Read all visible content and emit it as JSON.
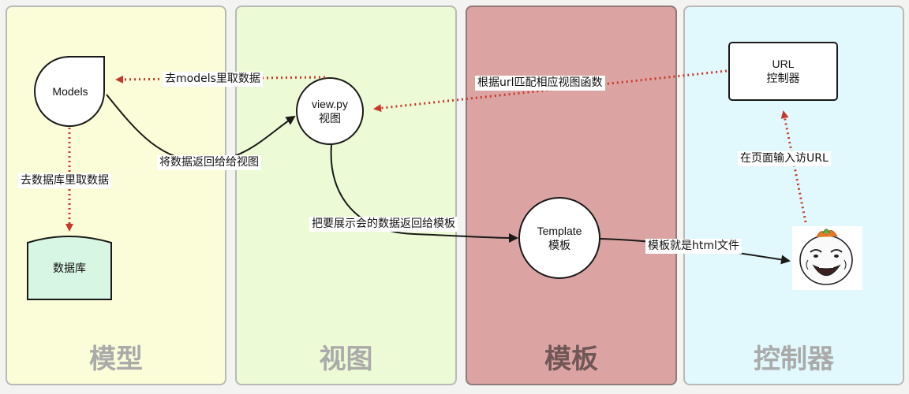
{
  "panels": {
    "model": "模型",
    "view": "视图",
    "template": "模板",
    "controller": "控制器"
  },
  "nodes": {
    "models": "Models",
    "database": "数据库",
    "view_line1": "view.py",
    "view_line2": "视图",
    "template_line1": "Template",
    "template_line2": "模板",
    "url_line1": "URL",
    "url_line2": "控制器"
  },
  "edges": {
    "models_fetch": "去models里取数据",
    "db_fetch": "去数据库里取数据",
    "return_to_view": "将数据返回给给视图",
    "match_url": "根据url匹配相应视图函数",
    "return_to_template": "把要展示会的数据返回给模板",
    "template_is_html": "模板就是html文件",
    "input_url": "在页面输入访URL"
  },
  "colors": {
    "dotted_arrow": "#c8382a",
    "solid_arrow": "#1a1a1a"
  }
}
